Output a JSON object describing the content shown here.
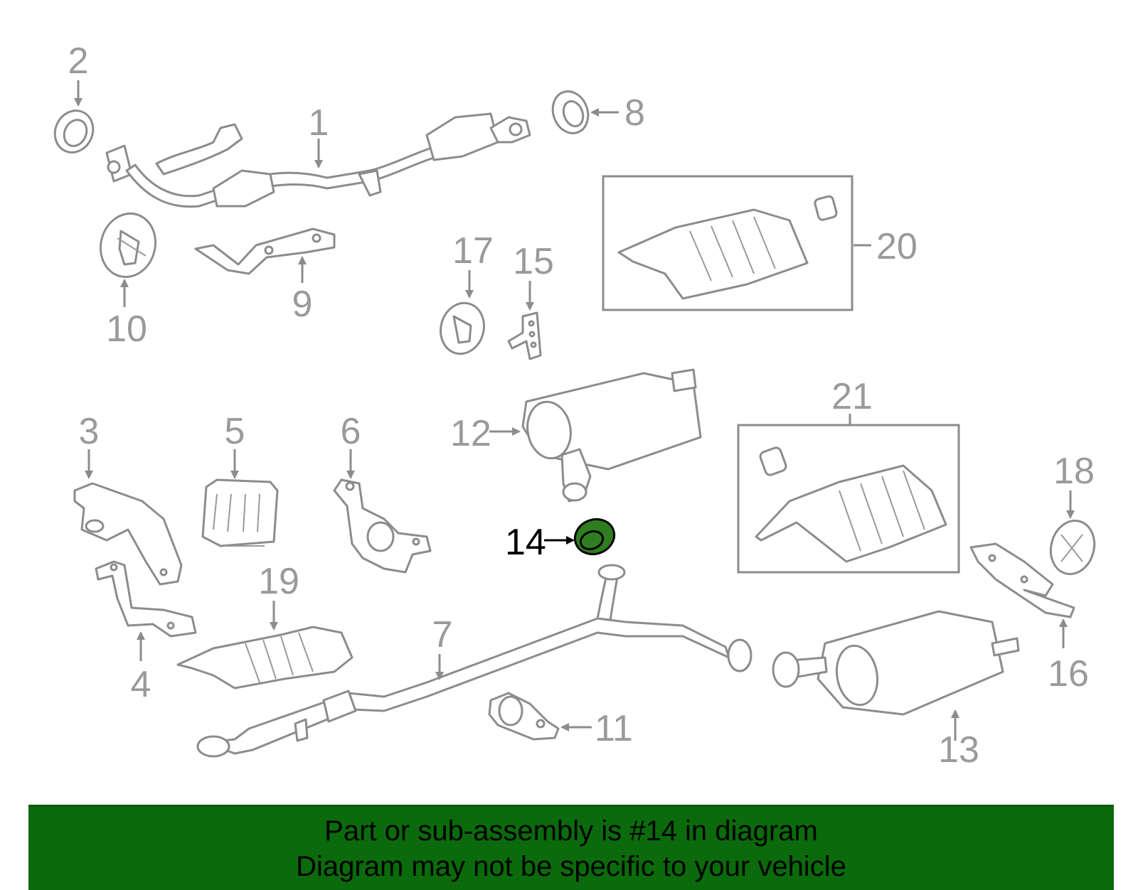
{
  "diagram": {
    "highlight_color": "#2e7d1f",
    "callouts": {
      "c1": "1",
      "c2": "2",
      "c3": "3",
      "c4": "4",
      "c5": "5",
      "c6": "6",
      "c7": "7",
      "c8": "8",
      "c9": "9",
      "c10": "10",
      "c11": "11",
      "c12": "12",
      "c13": "13",
      "c14": "14",
      "c15": "15",
      "c16": "16",
      "c17": "17",
      "c18": "18",
      "c19": "19",
      "c20": "20",
      "c21": "21"
    },
    "highlighted_callout": "14"
  },
  "banner": {
    "background": "#0b6a0b",
    "line1": "Part or sub-assembly is #14 in diagram",
    "line2": "Diagram may not be specific to your vehicle"
  }
}
